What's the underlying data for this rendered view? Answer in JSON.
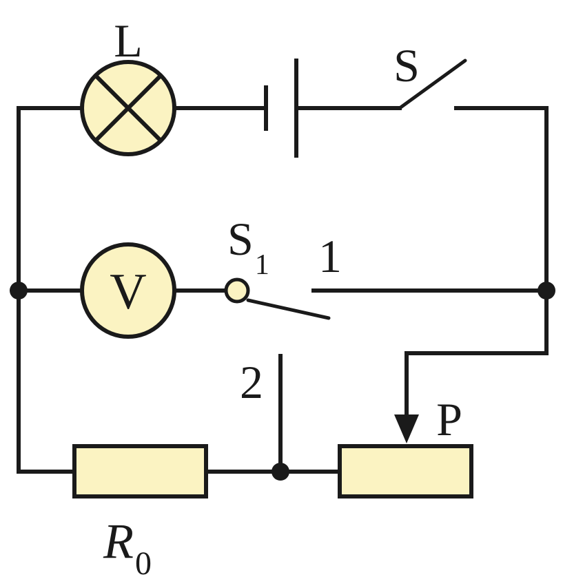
{
  "labels": {
    "lamp": "L",
    "main_switch": "S",
    "single_pole_switch_main": "S",
    "single_pole_switch_sub": "1",
    "contact_1": "1",
    "contact_2": "2",
    "voltmeter": "V",
    "slider": "P",
    "resistor_main": "R",
    "resistor_sub": "0"
  },
  "colors": {
    "component_fill": "#fbf3c2",
    "line": "#1a1a1a"
  }
}
